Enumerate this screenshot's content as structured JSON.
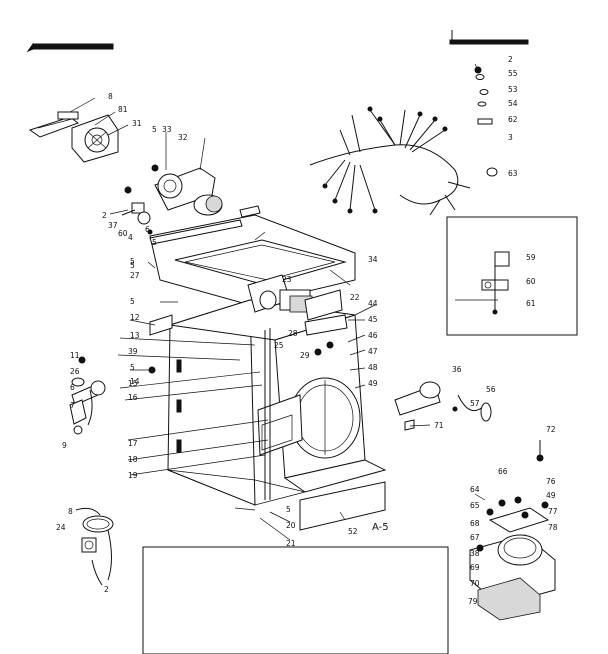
{
  "figure_caption": "A-5",
  "callouts": {
    "p1": "8",
    "p2": "81",
    "p3": "31",
    "p4": "5",
    "p5": "33",
    "p6": "32",
    "p7": "2",
    "p8": "37",
    "p9": "60",
    "p10": "4",
    "p11": "6",
    "p12": "5",
    "p13": "5",
    "p14": "27",
    "p15": "5",
    "p16": "12",
    "p17": "13",
    "p18": "39",
    "p19": "5",
    "p20": "15",
    "p21": "16",
    "p22": "17",
    "p23": "18",
    "p24": "19",
    "p25": "11",
    "p26": "26",
    "p27": "6",
    "p28": "7",
    "p29": "9",
    "p30": "14",
    "p31": "8",
    "p32": "24",
    "p33": "2",
    "p34": "20",
    "p35": "21",
    "p36": "5",
    "p37": "52",
    "p38": "34",
    "p39": "23",
    "p40": "22",
    "p41": "28",
    "p42": "25",
    "p43": "29",
    "p44": "44",
    "p45": "45",
    "p46": "46",
    "p47": "47",
    "p48": "48",
    "p49": "49",
    "p50": "36",
    "p51": "56",
    "p52": "57",
    "p53": "71",
    "p54": "2",
    "p55": "55",
    "p56": "53",
    "p57": "54",
    "p58": "62",
    "p59": "3",
    "p60": "63",
    "p61": "59",
    "p62": "60",
    "p63": "61",
    "p64": "72",
    "p65": "66",
    "p66": "76",
    "p67": "64",
    "p68": "49",
    "p69": "65",
    "p70": "77",
    "p71": "68",
    "p72": "78",
    "p73": "67",
    "p74": "38",
    "p75": "69",
    "p76": "70",
    "p77": "79",
    "p78": "5"
  }
}
